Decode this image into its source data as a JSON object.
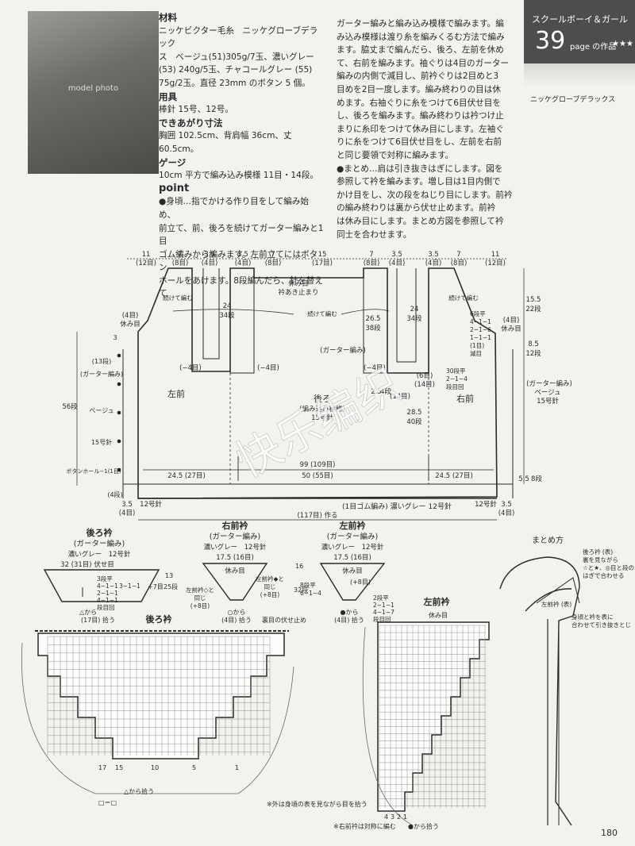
{
  "banner": {
    "series": "スクールボーイ＆ガール",
    "page_number": "39",
    "page_label": "page の作品",
    "stars": "★★★",
    "yarn": "ニッケグローブデラックス"
  },
  "photo": {
    "alt": "model photo"
  },
  "materials": {
    "heading": "材料",
    "lines": [
      "ニッケビクター毛糸　ニッケグローブデラック",
      "ス　ベージュ(51)305g/7玉、濃いグレー",
      "(53) 240g/5玉、チャコールグレー (55)",
      "75g/2玉。直径 23mm のボタン 5 個。"
    ],
    "tools_heading": "用具",
    "tools": "棒針 15号、12号。",
    "size_heading": "できあがり寸法",
    "size": "胸囲 102.5cm、背肩幅 36cm、丈 60.5cm。",
    "gauge_heading": "ゲージ",
    "gauge": "10cm 平方で編み込み模様 11目・14段。"
  },
  "point": {
    "heading": "point",
    "col1_lines": [
      "●身頃…指でかける作り目をして編み始め、",
      "前立て、前、後ろを続けてガーター編みと1目",
      "ゴム編みから編みます。左前立てにはボタン",
      "ホールをあけます。8段編んだら、針を替えて"
    ],
    "col2_lines": [
      "ガーター編みと編み込み模様で編みます。編",
      "み込み模様は渡り糸を編みくるむ方法で編み",
      "ます。脇丈まで編んだら、後ろ、左前を休め",
      "て、右前を編みます。袖ぐりは4目のガーター",
      "編みの内側で減目し、前衿ぐりは2目めと3",
      "目めを2目一度します。編み終わりの目は休",
      "めます。右袖ぐりに糸をつけて6目伏せ目を",
      "し、後ろを編みます。編み終わりは衿つけ止",
      "まりに糸印をつけて休み目にします。左袖ぐ",
      "りに糸をつけて6目伏せ目をし、左前を右前",
      "と同じ要領で対称に編みます。",
      "●まとめ…肩は引き抜きはぎにします。図を",
      "参照して衿を編みます。増し目は1目内側で",
      "かけ目をし、次の段をねじり目にします。前衿",
      "の編み終わりは裏から伏せ止めます。前衿",
      "は休み目にします。まとめ方図を参照して衿",
      "同士を合わせます。"
    ]
  },
  "body_diagram": {
    "top_dims": [
      "11",
      "(12目)",
      "7",
      "(8目)",
      "3.5",
      "(4目)",
      "3.5",
      "(4目)",
      "7",
      "(8目)",
      "15",
      "(17目)",
      "7",
      "(8目)",
      "3.5",
      "(4目)",
      "3.5",
      "(4目)",
      "7",
      "(8目)",
      "11",
      "(12目)"
    ],
    "labels": {
      "left_front": "左前",
      "back": "後ろ",
      "back_pattern": "(編み込み模様)",
      "needle15": "15号針",
      "right_front": "右前",
      "garter": "(ガーター編み)",
      "garter_right": "(ガーター編み)",
      "beige": "ベージュ",
      "needle15b": "15号針",
      "rest_stitches": "休み目",
      "collar_mark": "衿あき止まり",
      "continue1": "続けて編む",
      "continue2": "続けて編む",
      "continue3": "続けて編む",
      "minus4a": "(−4目)",
      "minus4b": "(−4目)",
      "minus4c": "(−4目)",
      "minus6": "(6目)",
      "minus14": "(14目)",
      "minus14b": "(14目)",
      "h24a": "24",
      "h34a": "34段",
      "h24b": "24",
      "h34b": "34段",
      "h265": "26.5",
      "h38": "38段",
      "h25": "2.5",
      "h4": "4段",
      "h285": "28.5",
      "h40": "40段",
      "h155": "15.5",
      "h22": "22段",
      "h85": "8.5",
      "h12": "12段",
      "h56": "56段",
      "h55": "5.5",
      "h8": "8段",
      "rest_left": "(4目)",
      "rest_left2": "休み目",
      "rest_right": "(4目)",
      "rest_right2": "休み目",
      "dec_right": [
        "6段平",
        "4−1−1",
        "2−1−6",
        "1−1−1",
        "(1目)",
        "減目"
      ],
      "dec_front": [
        "30段平",
        "2−1−4",
        "段目回"
      ],
      "left_side": [
        "(13段)",
        "(ガーター編み)",
        "ベージュ",
        "15号針",
        "ボタンホール−1(1目)"
      ],
      "side_3": "3",
      "side_4": "(4段)",
      "w99": "99 (109目)",
      "w50": "50 (55目)",
      "w245a": "24.5 (27目)",
      "w245b": "24.5 (27目)",
      "needle12a": "12号針",
      "needle12b": "12号針",
      "w35a": "3.5",
      "w35b": "3.5",
      "w4a": "(4目)",
      "w4b": "(4目)",
      "rib": "(1目ゴム編み) 濃いグレー 12号針",
      "cast_on": "(117目) 作る"
    }
  },
  "collars": {
    "back": {
      "title": "後ろ衿",
      "sub": "(ガーター編み)",
      "color": "濃いグレー　12号針",
      "top": "32 (31目) 伏せ目",
      "rows": [
        "3段平",
        "4−1−1",
        "2−1−1",
        "3−1−1",
        "4−1−1",
        "段目回"
      ],
      "plus": "+7目",
      "height": [
        "13",
        "25段"
      ],
      "bottom": "(17目) 拾う",
      "from": "△から"
    },
    "right": {
      "title": "右前衿",
      "sub": "(ガーター編み)",
      "color": "濃いグレー　12号針",
      "top": "17.5 (16目)",
      "rest": "休み目",
      "note": [
        "左前衿◇と",
        "同じ",
        "(+8目)"
      ],
      "note2": [
        "左前衿◆と",
        "同じ",
        "(+8目)"
      ],
      "bottom": "(4目) 拾う",
      "from": "○から"
    },
    "left": {
      "title": "左前衿",
      "sub": "(ガーター編み)",
      "color": "濃いグレー　12号針",
      "top": "17.5 (16目)",
      "rest": "休み目",
      "plus": "(+8目)",
      "height": [
        "16",
        "32段"
      ],
      "rows": [
        "8段平",
        "6−1−4"
      ],
      "rows2": [
        "2段平",
        "2−1−1",
        "4−1−7",
        "段目回"
      ],
      "bottom": "(4目) 拾う",
      "from": "●から"
    }
  },
  "charts": {
    "back_title": "後ろ衿",
    "back_note": "裏目の伏せ止め",
    "back_star_from": "△から拾う",
    "back_cols": [
      "17",
      "15",
      "10",
      "5",
      "1"
    ],
    "legend": "□＝□",
    "left_title": "左前衿",
    "left_rest": "休み目",
    "left_from": "●から拾う",
    "left_cols": [
      "4",
      "3",
      "2",
      "1"
    ],
    "note1": "※外は身頃の表を見ながら目を拾う",
    "note2": "※右前衿は対称に編む"
  },
  "assembly": {
    "title": "まとめ方",
    "note1": [
      "後ろ衿 (表)",
      "裏を見ながら",
      "☆と★、◎目と段の",
      "はぎで合わせる"
    ],
    "label": "左前衿 (表)",
    "note2": [
      "身頃と衿を表に",
      "合わせて引き抜きとじ"
    ]
  },
  "watermark": "快乐编织",
  "page": "180"
}
